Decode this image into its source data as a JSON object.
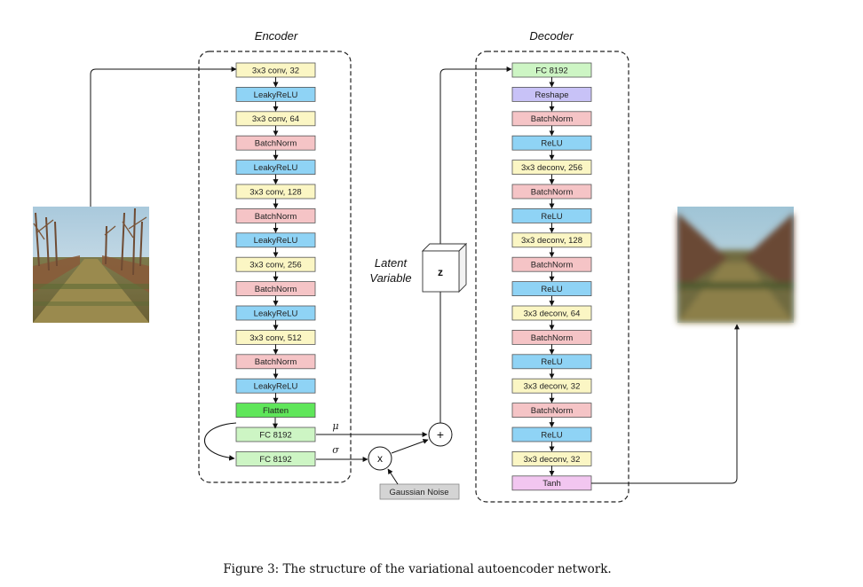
{
  "encoder": {
    "title": "Encoder",
    "layers": [
      {
        "label": "3x3 conv, 32",
        "kind": "conv"
      },
      {
        "label": "LeakyReLU",
        "kind": "act"
      },
      {
        "label": "3x3 conv, 64",
        "kind": "conv"
      },
      {
        "label": "BatchNorm",
        "kind": "norm"
      },
      {
        "label": "LeakyReLU",
        "kind": "act"
      },
      {
        "label": "3x3 conv, 128",
        "kind": "conv"
      },
      {
        "label": "BatchNorm",
        "kind": "norm"
      },
      {
        "label": "LeakyReLU",
        "kind": "act"
      },
      {
        "label": "3x3 conv, 256",
        "kind": "conv"
      },
      {
        "label": "BatchNorm",
        "kind": "norm"
      },
      {
        "label": "LeakyReLU",
        "kind": "act"
      },
      {
        "label": "3x3 conv, 512",
        "kind": "conv"
      },
      {
        "label": "BatchNorm",
        "kind": "norm"
      },
      {
        "label": "LeakyReLU",
        "kind": "act"
      },
      {
        "label": "Flatten",
        "kind": "flatten"
      },
      {
        "label": "FC 8192",
        "kind": "fc"
      },
      {
        "label": "FC 8192",
        "kind": "fc"
      }
    ]
  },
  "decoder": {
    "title": "Decoder",
    "layers": [
      {
        "label": "FC 8192",
        "kind": "fc"
      },
      {
        "label": "Reshape",
        "kind": "reshape"
      },
      {
        "label": "BatchNorm",
        "kind": "norm"
      },
      {
        "label": "ReLU",
        "kind": "act"
      },
      {
        "label": "3x3 deconv, 256",
        "kind": "conv"
      },
      {
        "label": "BatchNorm",
        "kind": "norm"
      },
      {
        "label": "ReLU",
        "kind": "act"
      },
      {
        "label": "3x3 deconv, 128",
        "kind": "conv"
      },
      {
        "label": "BatchNorm",
        "kind": "norm"
      },
      {
        "label": "ReLU",
        "kind": "act"
      },
      {
        "label": "3x3 deconv, 64",
        "kind": "conv"
      },
      {
        "label": "BatchNorm",
        "kind": "norm"
      },
      {
        "label": "ReLU",
        "kind": "act"
      },
      {
        "label": "3x3 deconv, 32",
        "kind": "conv"
      },
      {
        "label": "BatchNorm",
        "kind": "norm"
      },
      {
        "label": "ReLU",
        "kind": "act"
      },
      {
        "label": "3x3 deconv, 32",
        "kind": "conv"
      },
      {
        "label": "Tanh",
        "kind": "tanh"
      }
    ]
  },
  "latent": {
    "label_line1": "Latent",
    "label_line2": "Variable",
    "symbol": "z"
  },
  "ops": {
    "mu": "μ",
    "sigma": "σ",
    "plus": "+",
    "times": "x",
    "noise": "Gaussian Noise"
  },
  "colors": {
    "conv": "#fbf6c4",
    "act": "#8fd3f5",
    "norm": "#f5c4c6",
    "flatten": "#5fe65a",
    "fc": "#cdf5c4",
    "reshape": "#c8c2f7",
    "tanh": "#f2c6f0",
    "noise": "#d4d4d4"
  },
  "images": {
    "input": "input-orchard-photo",
    "output": "reconstructed-orchard-photo"
  },
  "caption": "Figure 3:  The structure of the variational autoencoder network."
}
